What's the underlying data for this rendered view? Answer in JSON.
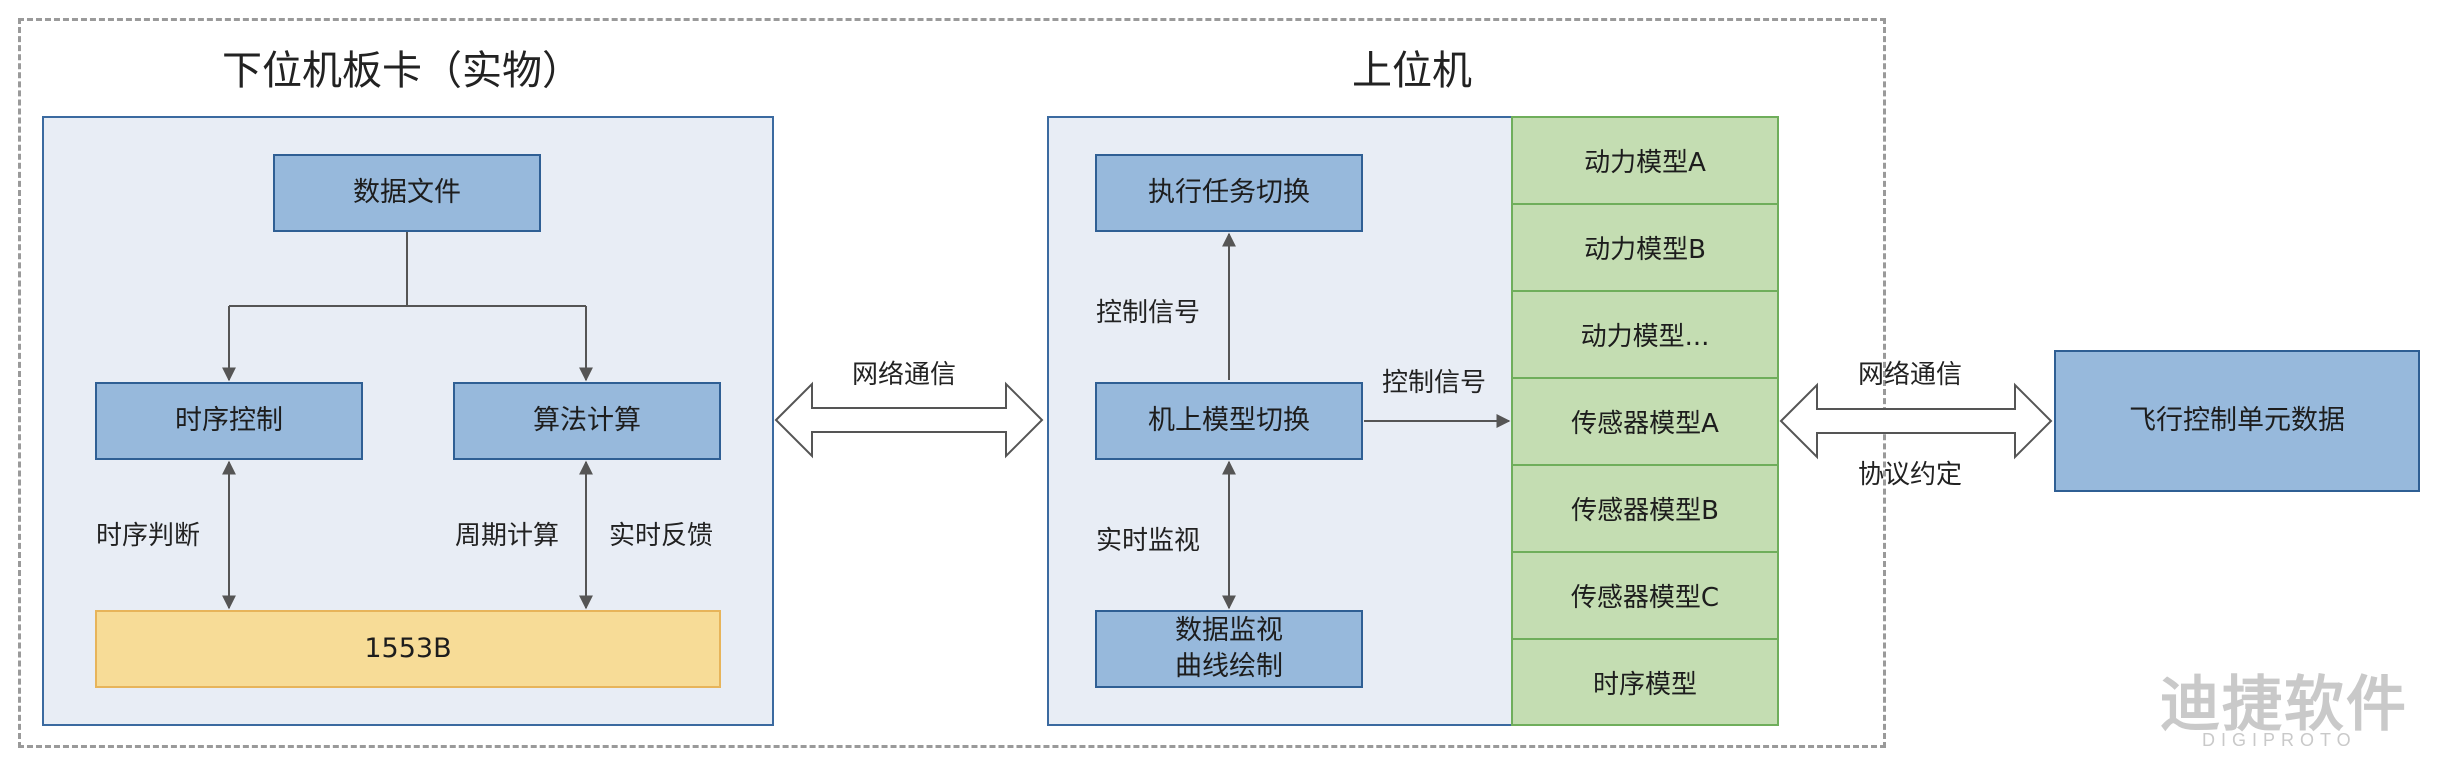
{
  "titles": {
    "lower_board": "下位机板卡（实物）",
    "upper_pc": "上位机"
  },
  "lower": {
    "data_file": "数据文件",
    "timing_control": "时序控制",
    "algorithm": "算法计算",
    "bus": "1553B",
    "label_timing_judge": "时序判断",
    "label_period_calc": "周期计算",
    "label_realtime_feedback": "实时反馈"
  },
  "network_left": {
    "label": "网络通信"
  },
  "upper": {
    "task_switch": "执行任务切换",
    "model_switch": "机上模型切换",
    "data_monitor_line1": "数据监视",
    "data_monitor_line2": "曲线绘制",
    "label_control_signal_v": "控制信号",
    "label_control_signal_h": "控制信号",
    "label_realtime_monitor": "实时监视"
  },
  "models": [
    "动力模型A",
    "动力模型B",
    "动力模型...",
    "传感器模型A",
    "传感器模型B",
    "传感器模型C",
    "时序模型"
  ],
  "network_right": {
    "label_top": "网络通信",
    "label_bottom": "协议约定"
  },
  "fcu": {
    "label": "飞行控制单元数据"
  },
  "logo": {
    "cn": "迪捷软件",
    "en": "DIGIPROTO"
  },
  "colors": {
    "box_blue": "#97b9dc",
    "panel_bg": "#e8edf5",
    "model_green": "#c4ddb2",
    "bus_yellow": "#f7dc97"
  }
}
